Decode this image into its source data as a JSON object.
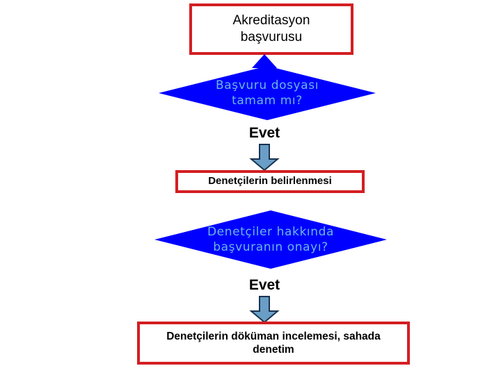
{
  "diagram": {
    "title": "Akreditasyon surec akis semasi",
    "colors": {
      "box_border": "#d31f22",
      "box_fill": "#ffffff",
      "diamond_fill": "#0000ff",
      "diamond_text": "#6bb7e0",
      "arrow_fill": "#6a9ec6",
      "arrow_stroke": "#1f3a5f",
      "label_text": "#000000"
    },
    "nodes": [
      {
        "id": "start",
        "type": "process",
        "text": "Akreditasyon\nbaşvurusu",
        "line1": "Akreditasyon",
        "line2": "başvurusu"
      },
      {
        "id": "file-complete",
        "type": "decision",
        "text": "Başvuru dosyası\ntamam mı?",
        "line1": "Başvuru dosyası",
        "line2": "tamam mı?"
      },
      {
        "id": "auditors",
        "type": "process",
        "text": "Denetçilerin belirlenmesi"
      },
      {
        "id": "approval",
        "type": "decision",
        "text": "Denetçiler hakkında\nbaşvuranın onayı?",
        "line1": "Denetçiler hakkında",
        "line2": "başvuranın onayı?"
      },
      {
        "id": "review",
        "type": "process",
        "text": "Denetçilerin döküman incelemesi, sahada denetim",
        "line1": "Denetçilerin döküman incelemesi, sahada",
        "line2": "denetim"
      }
    ],
    "edge_labels": {
      "yes_1": "Evet",
      "yes_2": "Evet"
    }
  }
}
